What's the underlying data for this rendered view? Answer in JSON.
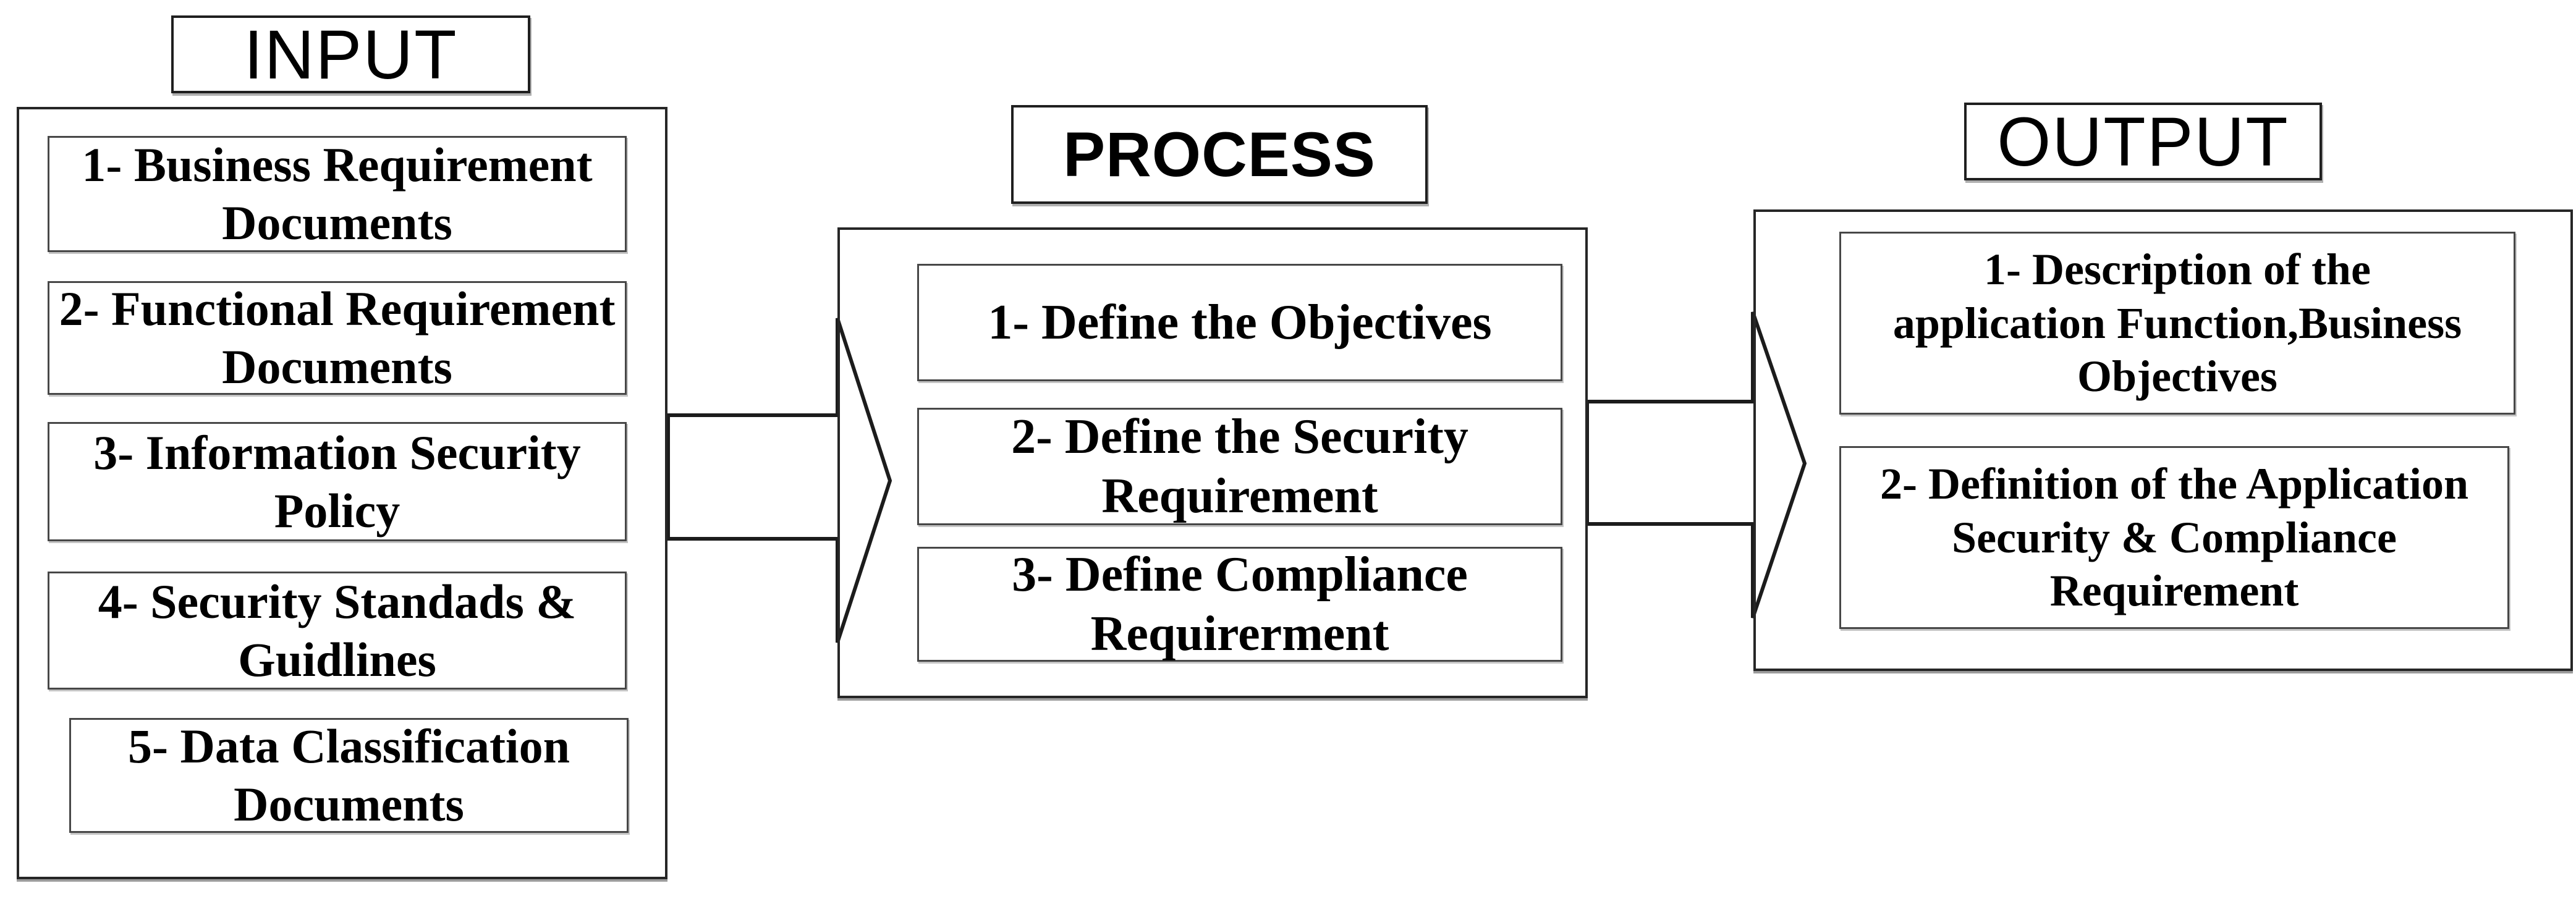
{
  "diagram": {
    "background_color": "#ffffff",
    "line_color": "#1c1c1c",
    "text_color": "#000000"
  },
  "columns": {
    "input": {
      "title": "INPUT",
      "items": [
        "1- Business Requirement\nDocuments",
        "2- Functional Requirement\nDocuments",
        "3- Information Security\nPolicy",
        "4- Security Standads &\nGuidlines",
        "5- Data Classification\nDocuments"
      ]
    },
    "process": {
      "title": "PROCESS",
      "items": [
        "1- Define the Objectives",
        "2- Define the Security\nRequirement",
        "3- Define Compliance\nRequirerment"
      ]
    },
    "output": {
      "title": "OUTPUT",
      "items": [
        "1- Description of the\napplication Function,Business\nObjectives",
        "2- Definition of the Application\nSecurity & Compliance\nRequirement"
      ]
    }
  },
  "icons": {
    "arrow_input_to_process": "block-arrow-right",
    "arrow_process_to_output": "block-arrow-right"
  }
}
